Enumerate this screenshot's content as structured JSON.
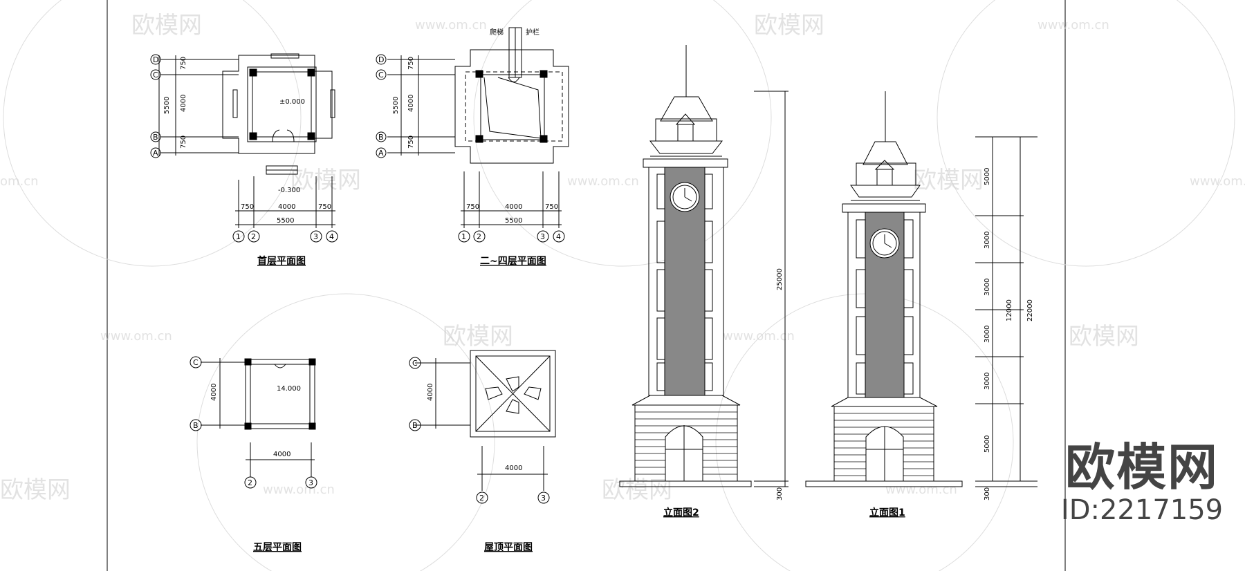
{
  "watermark": {
    "brand": "欧模网",
    "url": "www.om.cn",
    "url_short": "om.cn",
    "brand_partial": "欧模网"
  },
  "brand_mark": {
    "name": "欧模网",
    "id": "ID:2217159"
  },
  "plans": {
    "ground": {
      "title": "首层平面图",
      "axes_rows": [
        "D",
        "C",
        "B",
        "A"
      ],
      "axes_cols": [
        "1",
        "2",
        "3",
        "4"
      ],
      "dims_v": [
        "750",
        "4000",
        "750",
        "5500"
      ],
      "dims_h": [
        "750",
        "4000",
        "750",
        "5500"
      ],
      "level_inside": "±0.000",
      "level_outside": "-0.300"
    },
    "upper": {
      "title": "二~四层平面图",
      "axes_rows": [
        "D",
        "C",
        "B",
        "A"
      ],
      "axes_cols": [
        "1",
        "2",
        "3",
        "4"
      ],
      "dims_v": [
        "750",
        "4000",
        "750",
        "5500"
      ],
      "dims_h": [
        "750",
        "4000",
        "750",
        "5500"
      ],
      "labels": [
        "爬梯",
        "护栏"
      ]
    },
    "fifth": {
      "title": "五层平面图",
      "axes_rows": [
        "C",
        "B"
      ],
      "axes_cols": [
        "2",
        "3"
      ],
      "dim_v": "4000",
      "dim_h": "4000",
      "level": "14.000"
    },
    "roof": {
      "title": "屋顶平面图",
      "axes_rows": [
        "C",
        "B"
      ],
      "axes_cols": [
        "2",
        "3"
      ],
      "dim_v": "4000",
      "dim_h": "4000"
    }
  },
  "elevations": {
    "elev2": {
      "title": "立面图2",
      "dim_total": "25000",
      "dim_base": "300"
    },
    "elev1": {
      "title": "立面图1",
      "dims_left": [
        "5000",
        "3000",
        "3000",
        "3000",
        "3000",
        "5000",
        "300"
      ],
      "dim_mid": "12000",
      "dim_total": "22000"
    }
  }
}
